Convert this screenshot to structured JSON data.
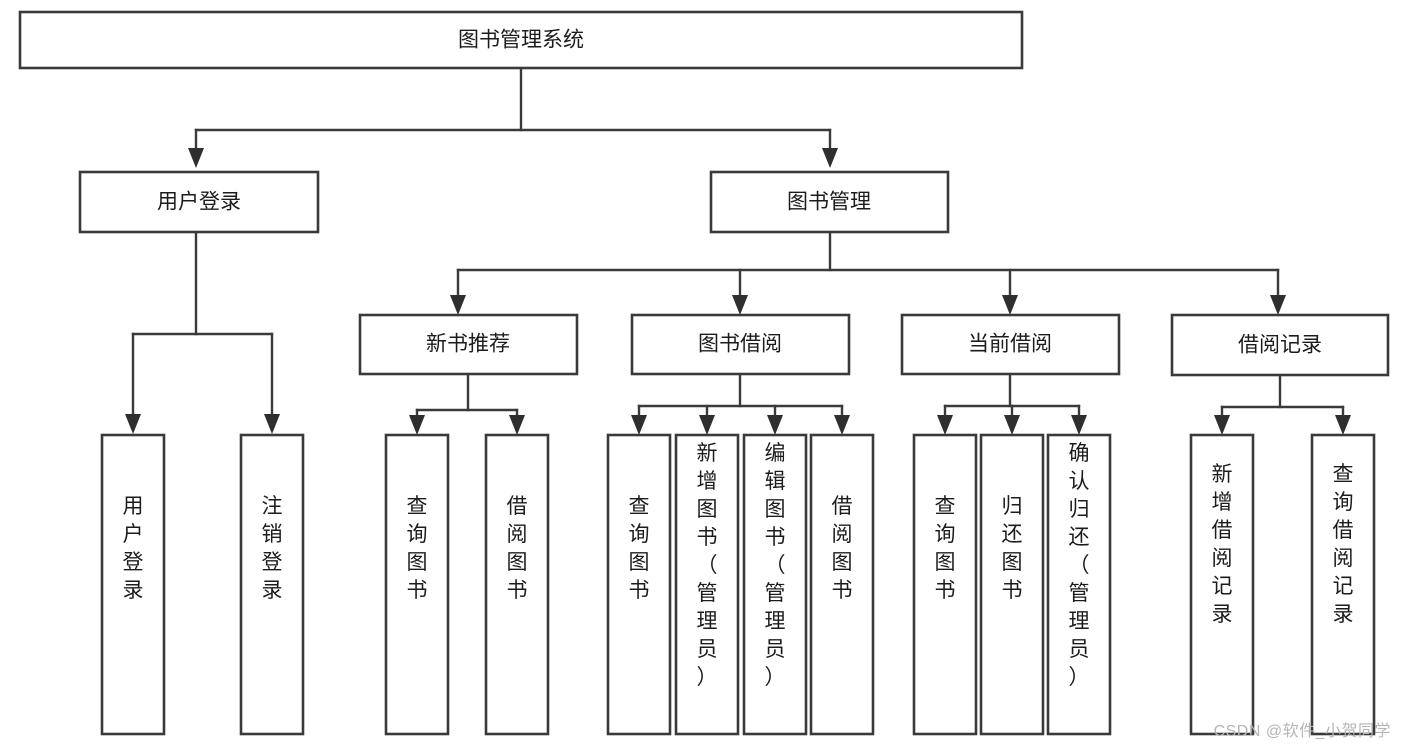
{
  "diagram": {
    "type": "tree",
    "title": "图书管理系统",
    "watermark": "CSDN @软件_小贺同学",
    "root": {
      "label": "图书管理系统"
    },
    "level2": [
      {
        "label": "用户登录"
      },
      {
        "label": "图书管理"
      }
    ],
    "level3": [
      {
        "label": "新书推荐"
      },
      {
        "label": "图书借阅"
      },
      {
        "label": "当前借阅"
      },
      {
        "label": "借阅记录"
      }
    ],
    "leaves": {
      "user_login": [
        {
          "label": "用户登录"
        },
        {
          "label": "注销登录"
        }
      ],
      "new_book_recommend": [
        {
          "label": "查询图书"
        },
        {
          "label": "借阅图书"
        }
      ],
      "book_borrow": [
        {
          "label": "查询图书"
        },
        {
          "label": "新增图书（管理员）"
        },
        {
          "label": "编辑图书（管理员）"
        },
        {
          "label": "借阅图书"
        }
      ],
      "current_borrow": [
        {
          "label": "查询图书"
        },
        {
          "label": "归还图书"
        },
        {
          "label": "确认归还（管理员）"
        }
      ],
      "borrow_record": [
        {
          "label": "新增借阅记录"
        },
        {
          "label": "查询借阅记录"
        }
      ]
    },
    "colors": {
      "box_stroke": "#3a3a3a",
      "box_fill": "#ffffff",
      "connector": "#3a3a3a",
      "text": "#1c1c1c",
      "watermark": "#b6b6b6",
      "background": "#ffffff"
    }
  }
}
